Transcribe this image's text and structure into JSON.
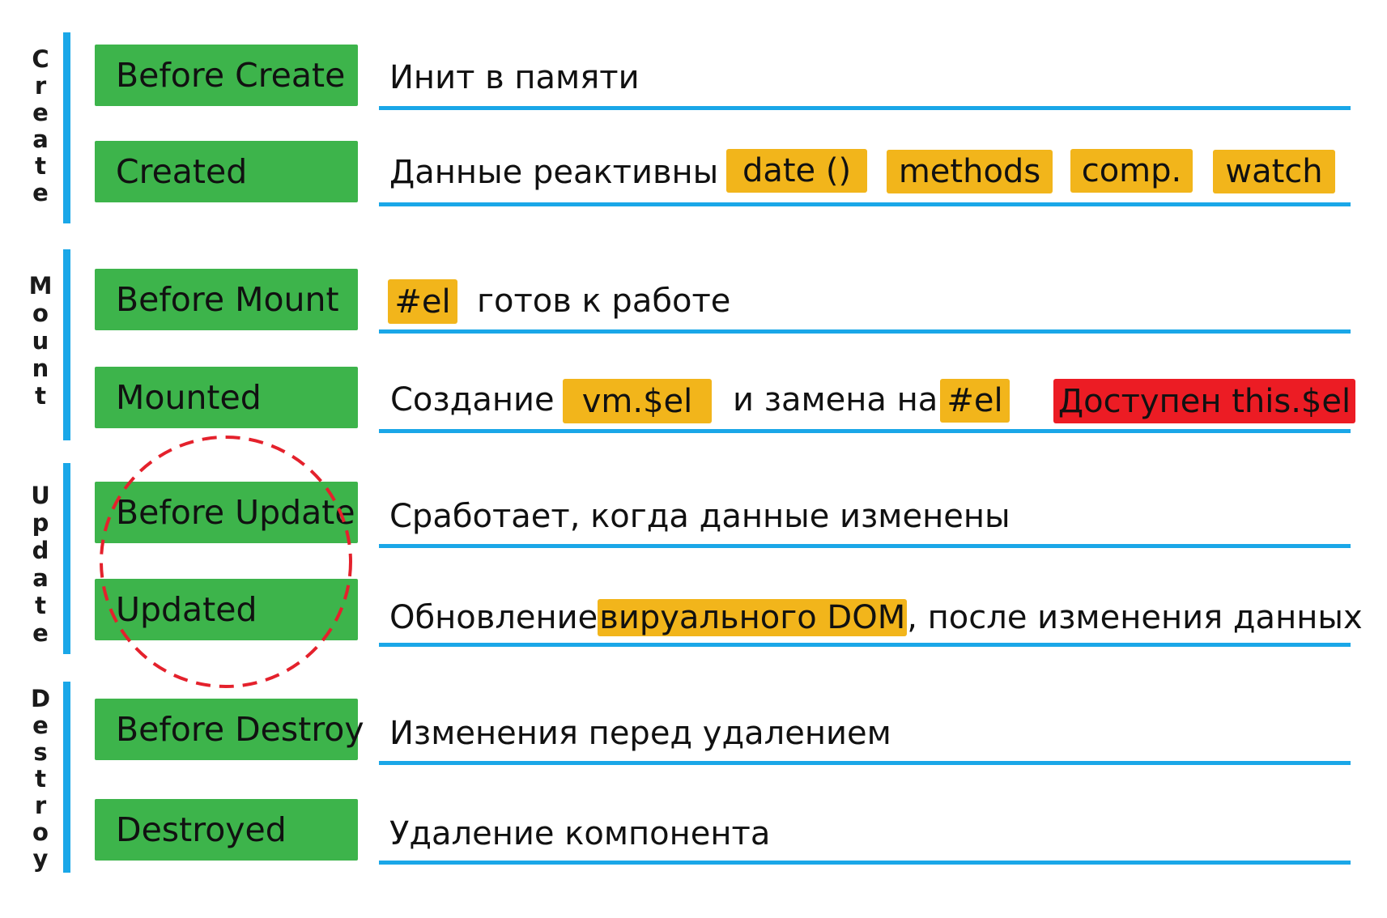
{
  "colors": {
    "phase_bar": "#1AA7E8",
    "hook_box": "#3DB44B",
    "tag": "#F2B51B",
    "tag_alert": "#EC1C24",
    "circle": "#E4212C"
  },
  "phases": {
    "create": "Create",
    "mount": "Mount",
    "update": "Update",
    "destroy": "Destroy"
  },
  "hooks": {
    "before_create": "Before Create",
    "created": "Created",
    "before_mount": "Before Mount",
    "mounted": "Mounted",
    "before_update": "Before Update",
    "updated": "Updated",
    "before_destroy": "Before Destroy",
    "destroyed": "Destroyed"
  },
  "rows": {
    "before_create": {
      "text": "Инит в памяти"
    },
    "created": {
      "text": "Данные реактивны",
      "tags": [
        "date ()",
        "methods",
        "comp.",
        "watch"
      ]
    },
    "before_mount": {
      "tag": "#el",
      "text": "готов к работе"
    },
    "mounted": {
      "text1": "Создание",
      "tag1": "vm.$el",
      "text2": "и замена на",
      "tag2": "#el",
      "alert": "Доступен this.$el"
    },
    "before_update": {
      "text": "Сработает, когда данные изменены"
    },
    "updated": {
      "prefix": "Обновление ",
      "highlight": "вируального DOM",
      "suffix": ", после изменения данных"
    },
    "before_destroy": {
      "text": "Изменения перед удалением"
    },
    "destroyed": {
      "text": "Удаление компонента"
    }
  }
}
